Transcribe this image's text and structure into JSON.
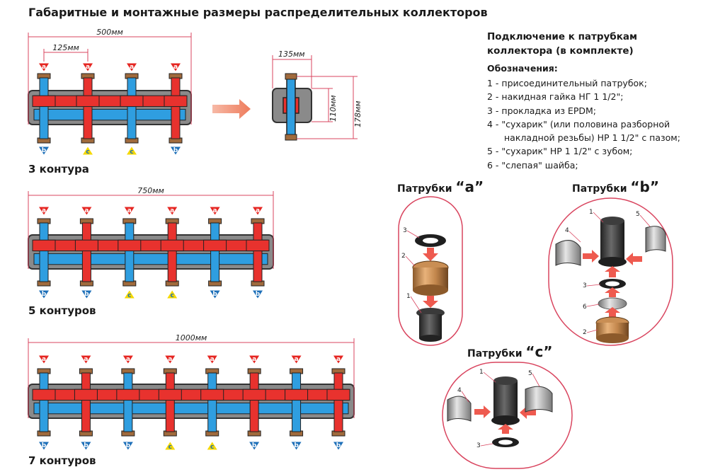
{
  "title": "Габаритные и монтажные размеры распределительных коллекторов",
  "sections": {
    "c3": {
      "label": "3 контура",
      "dim_total": "500мм",
      "dim_step": "125мм",
      "top": [
        "a",
        "a",
        "a",
        "a"
      ],
      "bottom": [
        "b",
        "c",
        "c",
        "b"
      ]
    },
    "c5": {
      "label": "5 контуров",
      "dim_total": "750мм",
      "top": [
        "a",
        "a",
        "a",
        "a",
        "a",
        "a"
      ],
      "bottom": [
        "b",
        "b",
        "c",
        "c",
        "b",
        "b"
      ]
    },
    "c7": {
      "label": "7 контуров",
      "dim_total": "1000мм",
      "top": [
        "a",
        "a",
        "a",
        "a",
        "a",
        "a",
        "a",
        "a"
      ],
      "bottom": [
        "b",
        "b",
        "b",
        "c",
        "c",
        "b",
        "b",
        "b"
      ]
    }
  },
  "side_view": {
    "width": "135мм",
    "height_inner": "110мм",
    "height_outer": "178мм"
  },
  "connection": {
    "title": "Подключение к патрубкам коллектора (в комплекте)",
    "legend_title": "Обозначения:",
    "legend": [
      "1 - присоединительный патрубок;",
      "2 - накидная гайка НГ 1 1/2\";",
      "3 - прокладка из EPDM;",
      "4 - \"сухарик\" (или половина разборной",
      "накладной резьбы) НР 1 1/2\" с пазом;",
      "5 - \"сухарик\" НР 1 1/2\" с зубом;",
      "6 - \"слепая\" шайба;"
    ]
  },
  "fittings": {
    "a": {
      "title": "Патрубки",
      "letter": "“a”",
      "parts": [
        "3",
        "2",
        "1"
      ]
    },
    "b": {
      "title": "Патрубки",
      "letter": "“b”",
      "parts": [
        "1",
        "5",
        "4",
        "3",
        "6",
        "2"
      ]
    },
    "c": {
      "title": "Патрубки",
      "letter": "“c”",
      "parts": [
        "1",
        "5",
        "4",
        "3"
      ]
    }
  },
  "colors": {
    "red": "#e8322e",
    "blue": "#2f9ee0",
    "body": "#8a8a8a",
    "dim": "#d9455f",
    "badge_a": "#e52521",
    "badge_b_blue": "#1d6fb8",
    "badge_c": "#f5d800"
  }
}
